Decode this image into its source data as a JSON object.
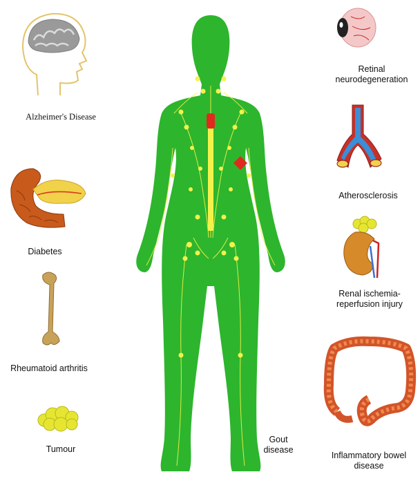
{
  "labels": {
    "alzheimers": "Alzheimer's Disease",
    "diabetes": "Diabetes",
    "rheumatoid": "Rheumatoid arthritis",
    "tumour": "Tumour",
    "retinal": "Retinal\nneurodegeneration",
    "atherosclerosis": "Atherosclerosis",
    "renal": "Renal ischemia-\nreperfusion injury",
    "ibd": "Inflammatory bowel\ndisease",
    "gout": "Gout\ndisease"
  },
  "colors": {
    "body": "#2db52d",
    "lymph": "#f2f24a",
    "organ_red": "#e02a1e",
    "bone": "#c9a25a",
    "brain": "#9a9a9a"
  },
  "icons": [
    "brain-head-icon",
    "pancreas-icon",
    "femur-bone-icon",
    "tumour-cluster-icon",
    "eye-icon",
    "artery-icon",
    "kidney-icon",
    "colon-icon",
    "human-body-lymphatic-icon"
  ]
}
